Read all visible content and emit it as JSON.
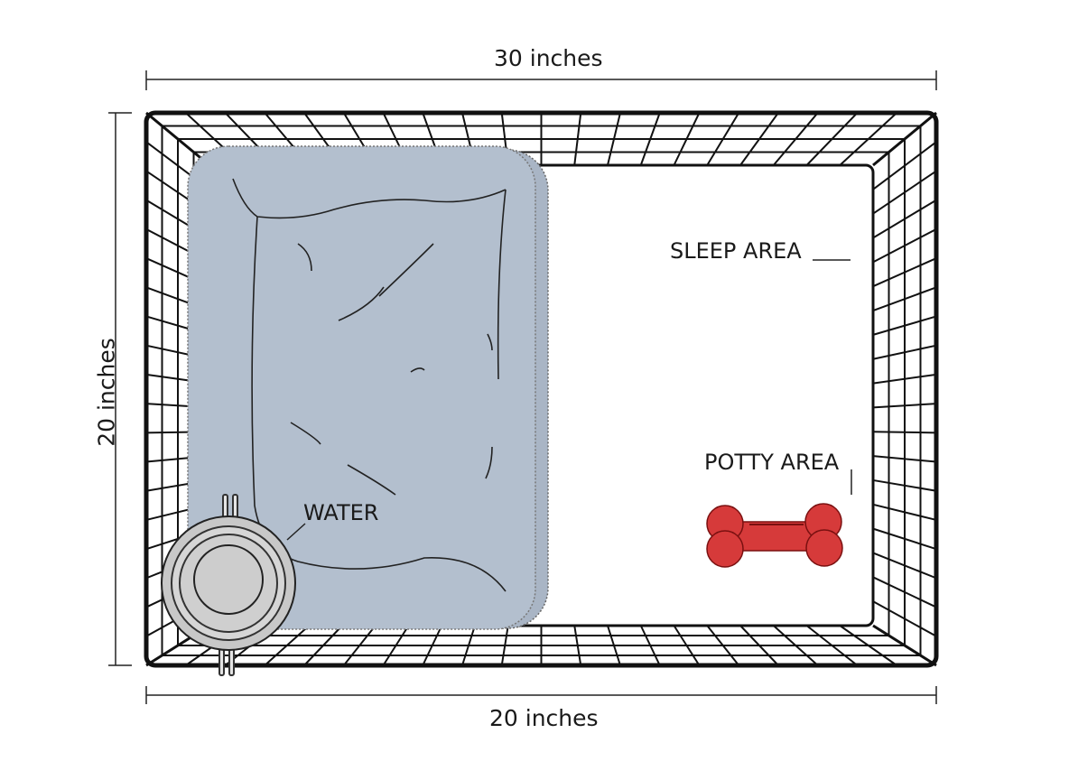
{
  "dimensions": {
    "top": "30 inches",
    "left": "20  inches",
    "bottom": "20 inches"
  },
  "labels": {
    "sleep_area": "SLEEP AREA",
    "potty_area": "POTTY AREA",
    "water": "WATER"
  },
  "colors": {
    "bed": "#b3bfce",
    "bone": "#d63a3a",
    "bowl": "#c9c9c9",
    "wire": "#111111"
  }
}
